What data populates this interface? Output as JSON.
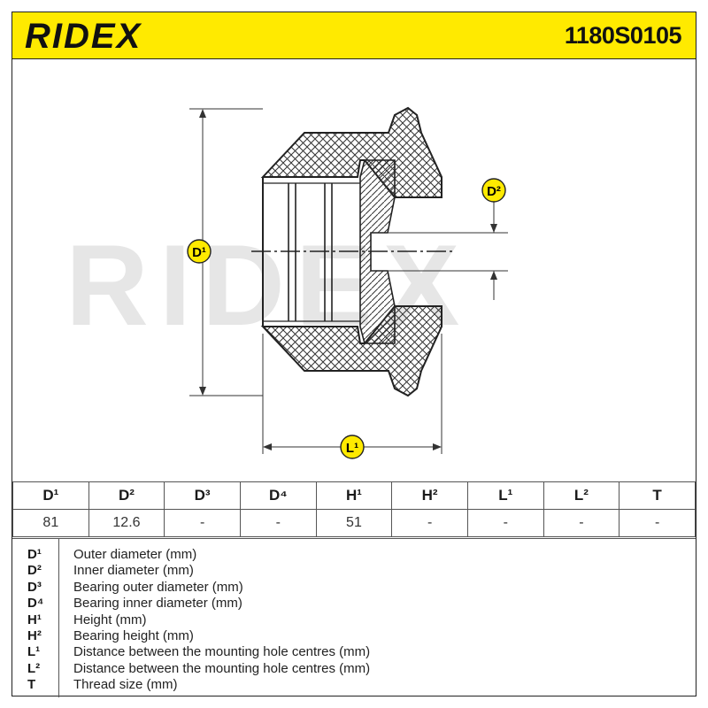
{
  "header": {
    "brand": "RIDEX",
    "part_number": "1180S0105"
  },
  "drawing": {
    "watermark": "RIDEX",
    "dimension_labels": {
      "d1": "D¹",
      "d2": "D²",
      "l1": "L¹"
    }
  },
  "colors": {
    "header_bg": "#ffea00",
    "label_circle": "#ffea00",
    "hatch_stroke": "#333333",
    "watermark": "#e6e6e6"
  },
  "specs": {
    "headers": [
      "D¹",
      "D²",
      "D³",
      "D⁴",
      "H¹",
      "H²",
      "L¹",
      "L²",
      "T"
    ],
    "values": [
      "81",
      "12.6",
      "-",
      "-",
      "51",
      "-",
      "-",
      "-",
      "-"
    ]
  },
  "legend": [
    {
      "key": "D¹",
      "desc": "Outer diameter (mm)"
    },
    {
      "key": "D²",
      "desc": "Inner diameter (mm)"
    },
    {
      "key": "D³",
      "desc": "Bearing outer diameter (mm)"
    },
    {
      "key": "D⁴",
      "desc": "Bearing inner diameter (mm)"
    },
    {
      "key": "H¹",
      "desc": "Height (mm)"
    },
    {
      "key": "H²",
      "desc": "Bearing height (mm)"
    },
    {
      "key": "L¹",
      "desc": "Distance between the mounting hole centres (mm)"
    },
    {
      "key": "L²",
      "desc": "Distance between the mounting hole centres (mm)"
    },
    {
      "key": "T",
      "desc": "Thread size (mm)"
    }
  ]
}
